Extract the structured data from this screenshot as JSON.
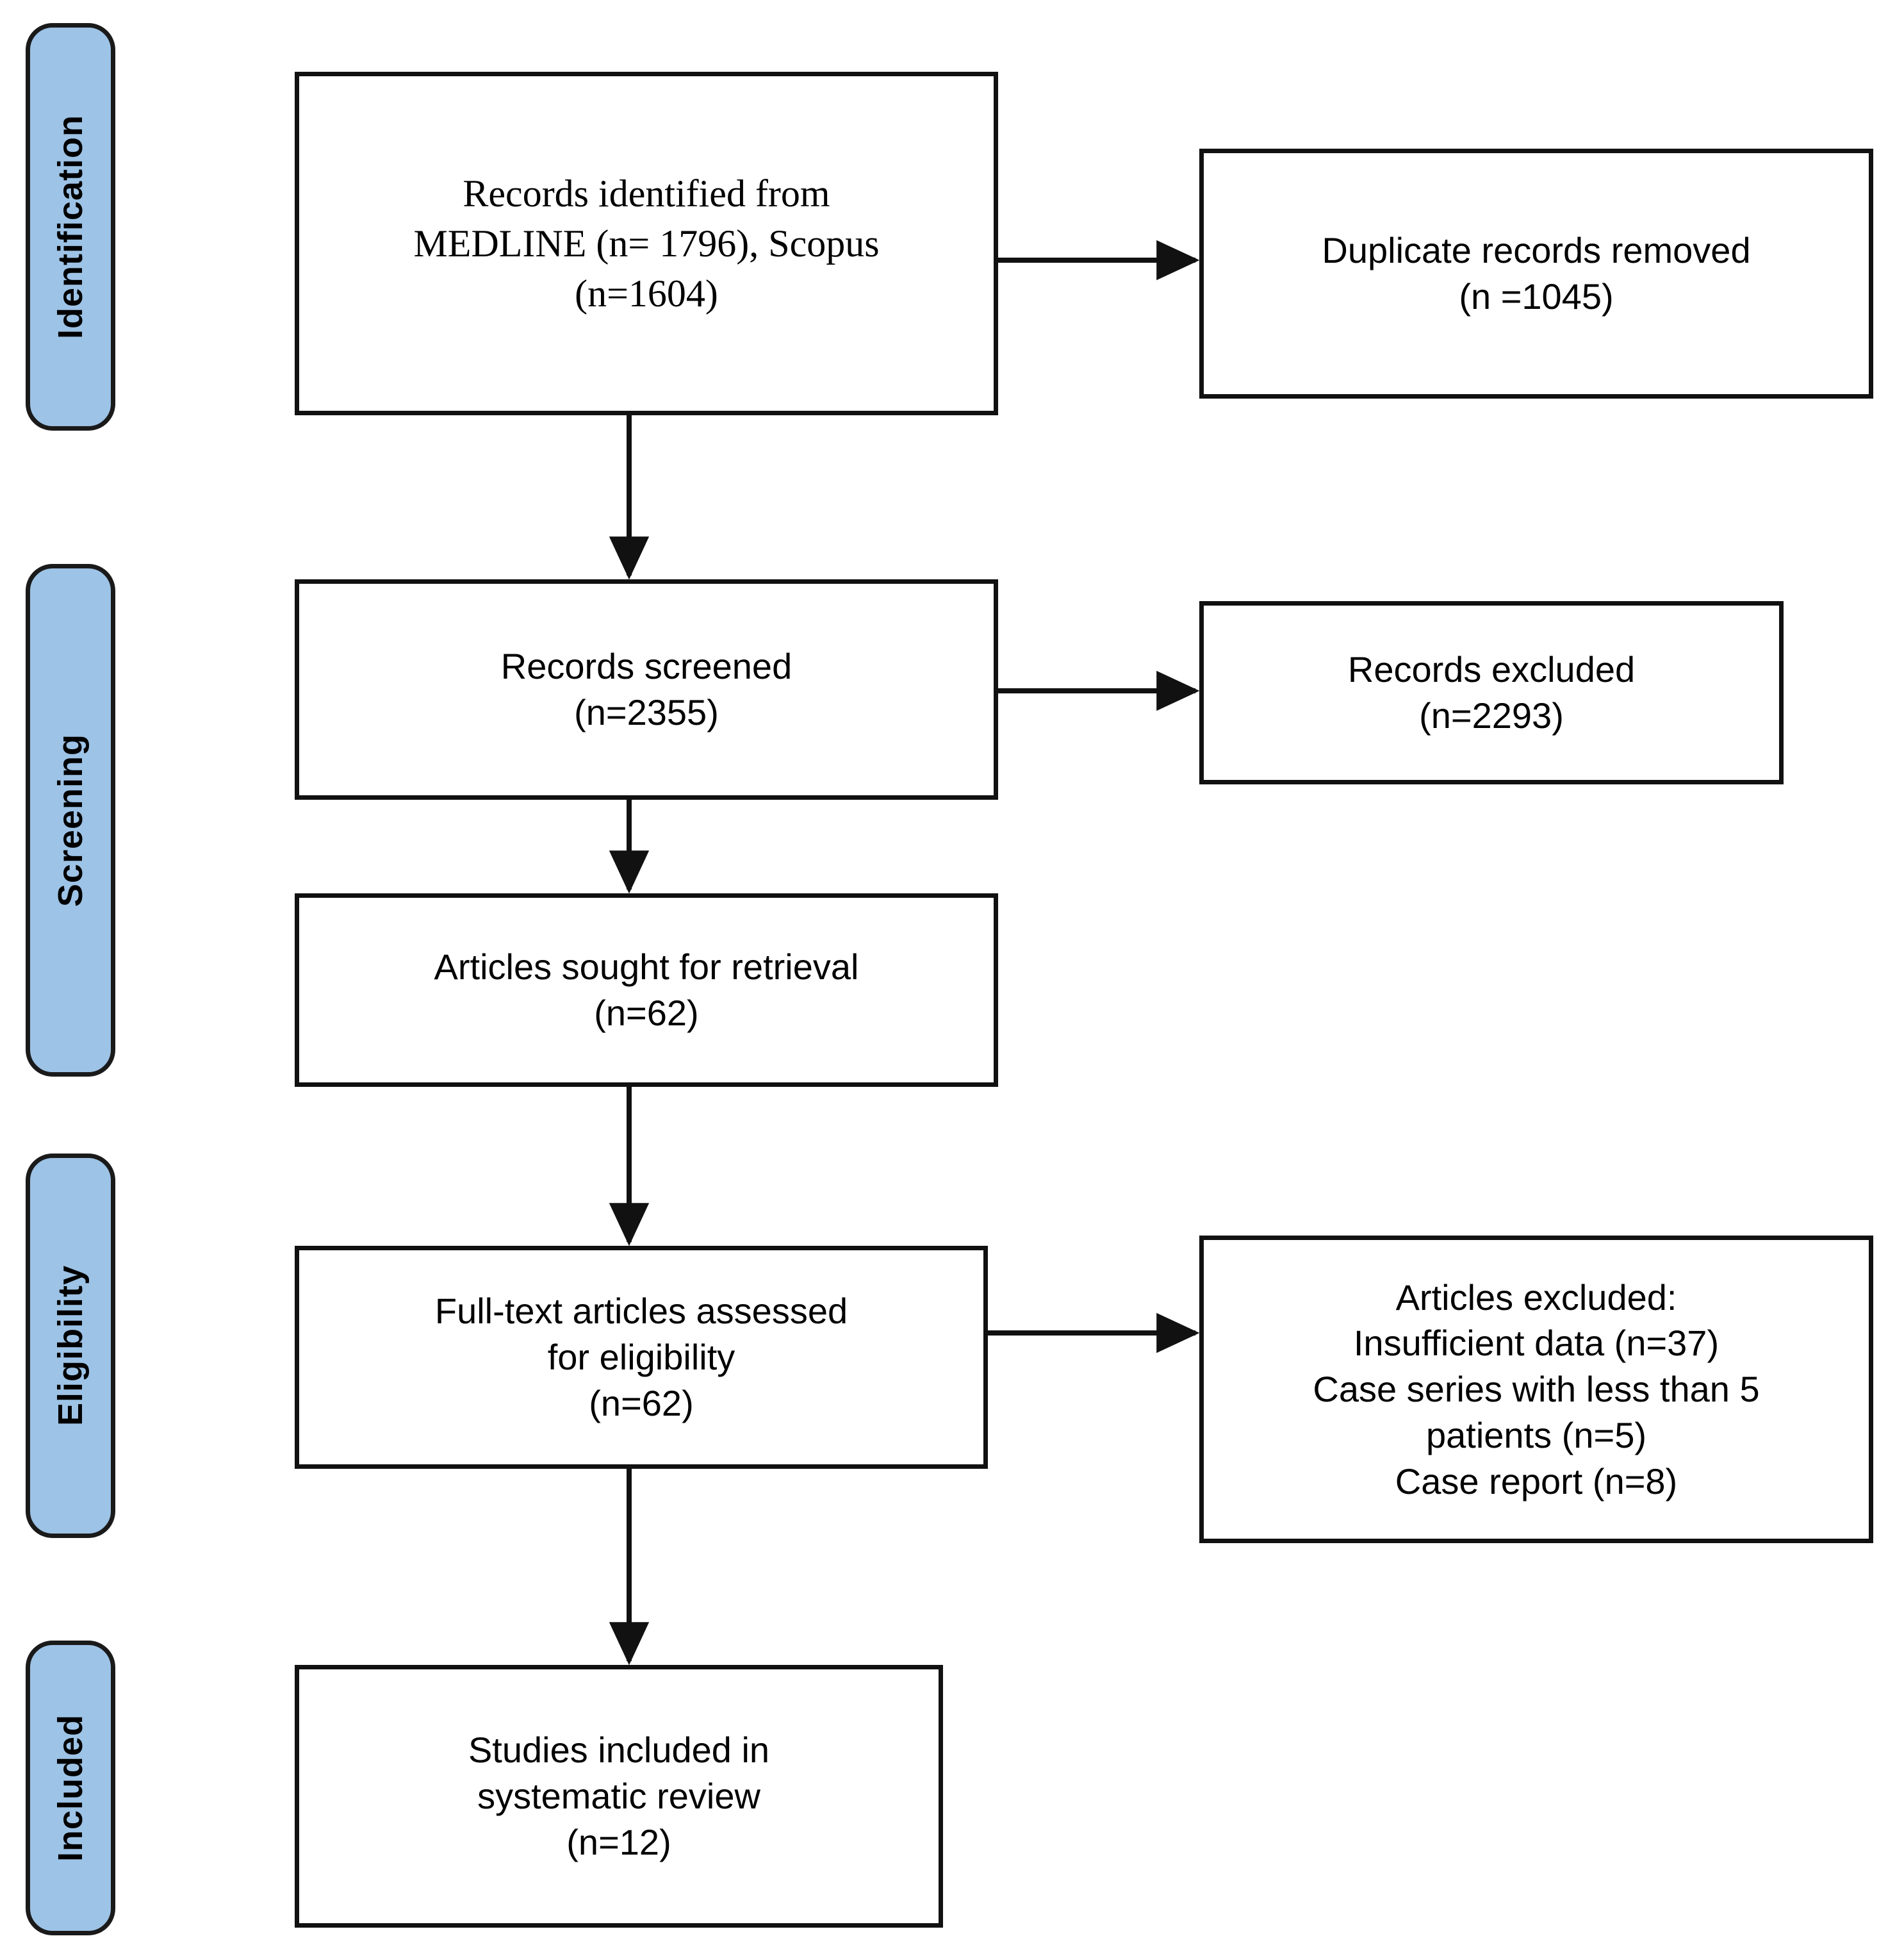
{
  "diagram": {
    "type": "prisma-flow-diagram",
    "title": "PRISMA flow diagram",
    "accent_color": "#9DC3E6",
    "border_color": "#111111",
    "background_color": "#FFFFFF"
  },
  "stages": [
    {
      "id": "identification",
      "label": "Identification"
    },
    {
      "id": "screening",
      "label": "Screening"
    },
    {
      "id": "eligibility",
      "label": "Eligibility"
    },
    {
      "id": "included",
      "label": "Included"
    }
  ],
  "boxes": {
    "records_identified": {
      "text": "Records identified from\nMEDLINE (n= 1796), Scopus\n(n=1604)",
      "stage": "identification",
      "font": "serif"
    },
    "duplicates_removed": {
      "text": "Duplicate records removed\n(n =1045)",
      "stage": "identification",
      "font": "sans"
    },
    "records_screened": {
      "text": "Records screened\n(n=2355)",
      "stage": "screening",
      "font": "sans"
    },
    "records_excluded": {
      "text": "Records excluded\n(n=2293)",
      "stage": "screening",
      "font": "sans"
    },
    "articles_sought": {
      "text": "Articles sought for retrieval\n(n=62)",
      "stage": "screening",
      "font": "sans"
    },
    "fulltext_assessed": {
      "text": "Full-text articles assessed\nfor eligibility\n(n=62)",
      "stage": "eligibility",
      "font": "sans"
    },
    "articles_excluded": {
      "text": "Articles excluded:\nInsufficient data (n=37)\nCase series with less than 5\npatients (n=5)\nCase report (n=8)",
      "stage": "eligibility",
      "font": "sans"
    },
    "studies_included": {
      "text": "Studies included in\nsystematic review\n(n=12)",
      "stage": "included",
      "font": "sans"
    }
  },
  "counts": {
    "medline": 1796,
    "scopus": 1604,
    "duplicates_removed": 1045,
    "records_screened": 2355,
    "records_excluded": 2293,
    "articles_sought": 62,
    "fulltext_assessed": 62,
    "excluded_insufficient_data": 37,
    "excluded_case_series_lt5_patients": 5,
    "excluded_case_report": 8,
    "studies_included": 12
  },
  "flows": [
    {
      "from": "records_identified",
      "to": "duplicates_removed",
      "direction": "right"
    },
    {
      "from": "records_identified",
      "to": "records_screened",
      "direction": "down"
    },
    {
      "from": "records_screened",
      "to": "records_excluded",
      "direction": "right"
    },
    {
      "from": "records_screened",
      "to": "articles_sought",
      "direction": "down"
    },
    {
      "from": "articles_sought",
      "to": "fulltext_assessed",
      "direction": "down"
    },
    {
      "from": "fulltext_assessed",
      "to": "articles_excluded",
      "direction": "right"
    },
    {
      "from": "fulltext_assessed",
      "to": "studies_included",
      "direction": "down"
    }
  ]
}
